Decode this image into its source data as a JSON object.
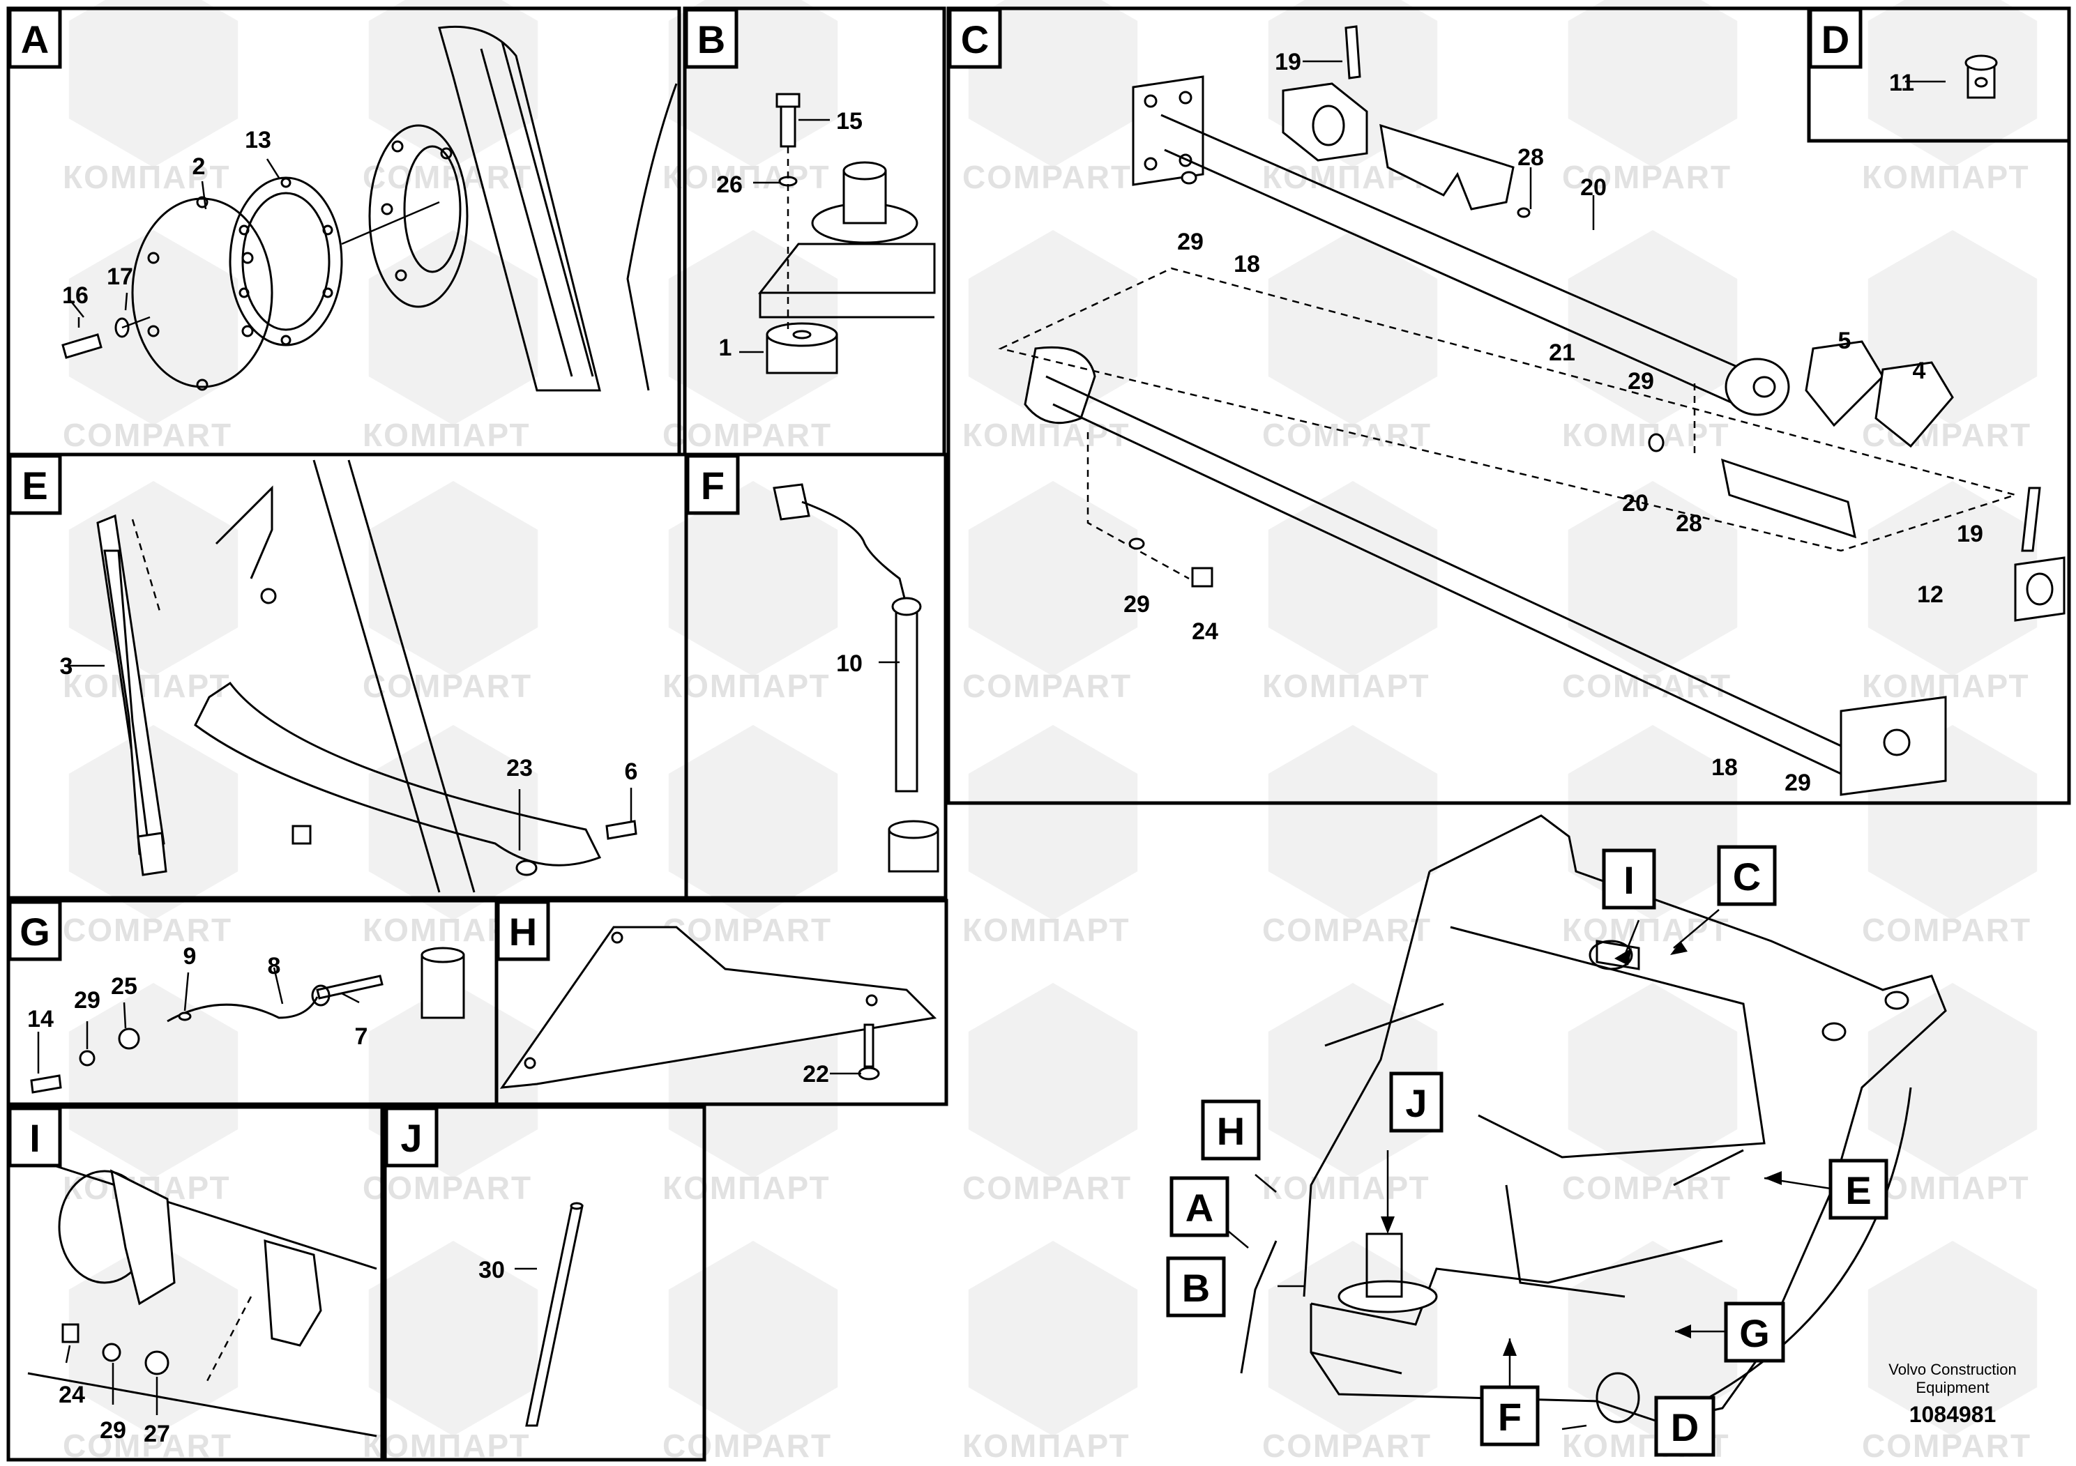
{
  "panels": {
    "A": {
      "label": "A",
      "parts": [
        "13",
        "2",
        "17",
        "16"
      ]
    },
    "B": {
      "label": "B",
      "parts": [
        "15",
        "26",
        "1"
      ]
    },
    "C": {
      "label": "C",
      "parts": [
        "19",
        "28",
        "20",
        "29",
        "18",
        "21",
        "29",
        "5",
        "4",
        "20",
        "28",
        "19",
        "12",
        "29",
        "24",
        "18",
        "29"
      ]
    },
    "D": {
      "label": "D",
      "parts": [
        "11"
      ]
    },
    "E": {
      "label": "E",
      "parts": [
        "3",
        "23",
        "6"
      ]
    },
    "F": {
      "label": "F",
      "parts": [
        "10"
      ]
    },
    "G": {
      "label": "G",
      "parts": [
        "9",
        "8",
        "25",
        "29",
        "14",
        "7"
      ]
    },
    "H": {
      "label": "H",
      "parts": [
        "22"
      ]
    },
    "I": {
      "label": "I",
      "parts": [
        "24",
        "29",
        "27"
      ]
    },
    "J": {
      "label": "J",
      "parts": [
        "30"
      ]
    }
  },
  "overview_callouts": [
    "I",
    "C",
    "H",
    "J",
    "A",
    "B",
    "E",
    "G",
    "F",
    "D"
  ],
  "watermarks": [
    "КОМПАРТ",
    "COMPART"
  ],
  "footer": {
    "line1": "Volvo Construction",
    "line2": "Equipment",
    "number": "1084981"
  }
}
